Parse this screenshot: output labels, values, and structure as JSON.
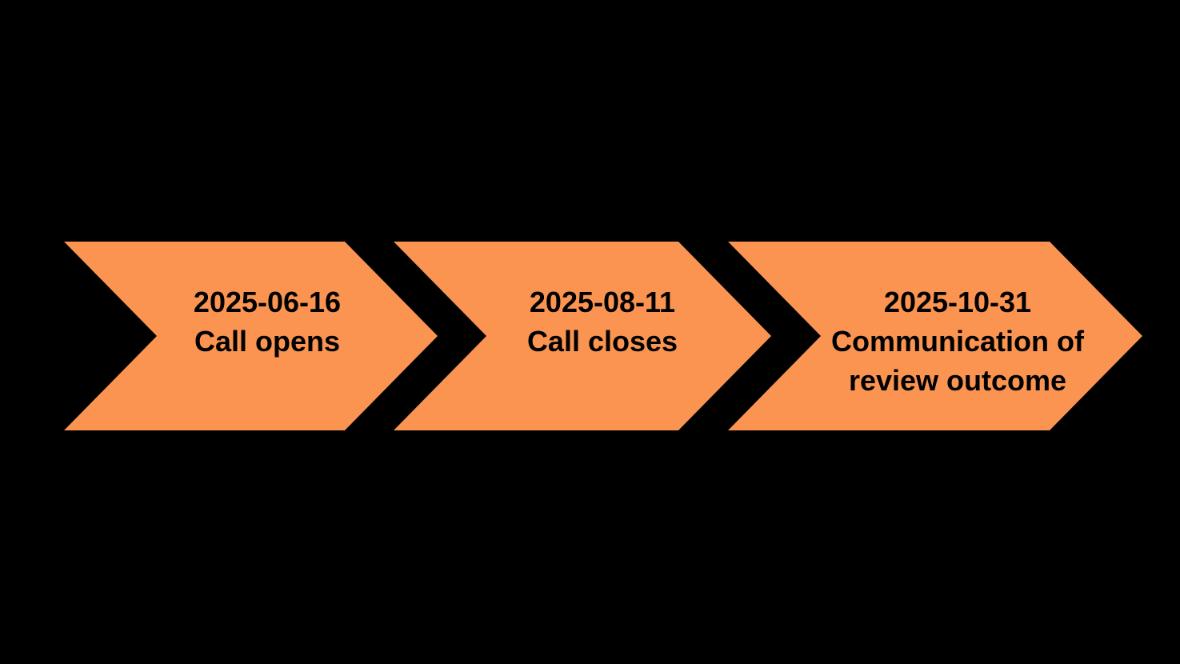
{
  "diagram": {
    "type": "process-timeline-chevrons",
    "colors": {
      "background": "#000000",
      "chevron": "#FA9450",
      "text": "#000000"
    },
    "steps": [
      {
        "date": "2025-06-16",
        "label": "Call opens"
      },
      {
        "date": "2025-08-11",
        "label": "Call closes"
      },
      {
        "date": "2025-10-31",
        "label": "Communication of\nreview outcome"
      }
    ]
  }
}
